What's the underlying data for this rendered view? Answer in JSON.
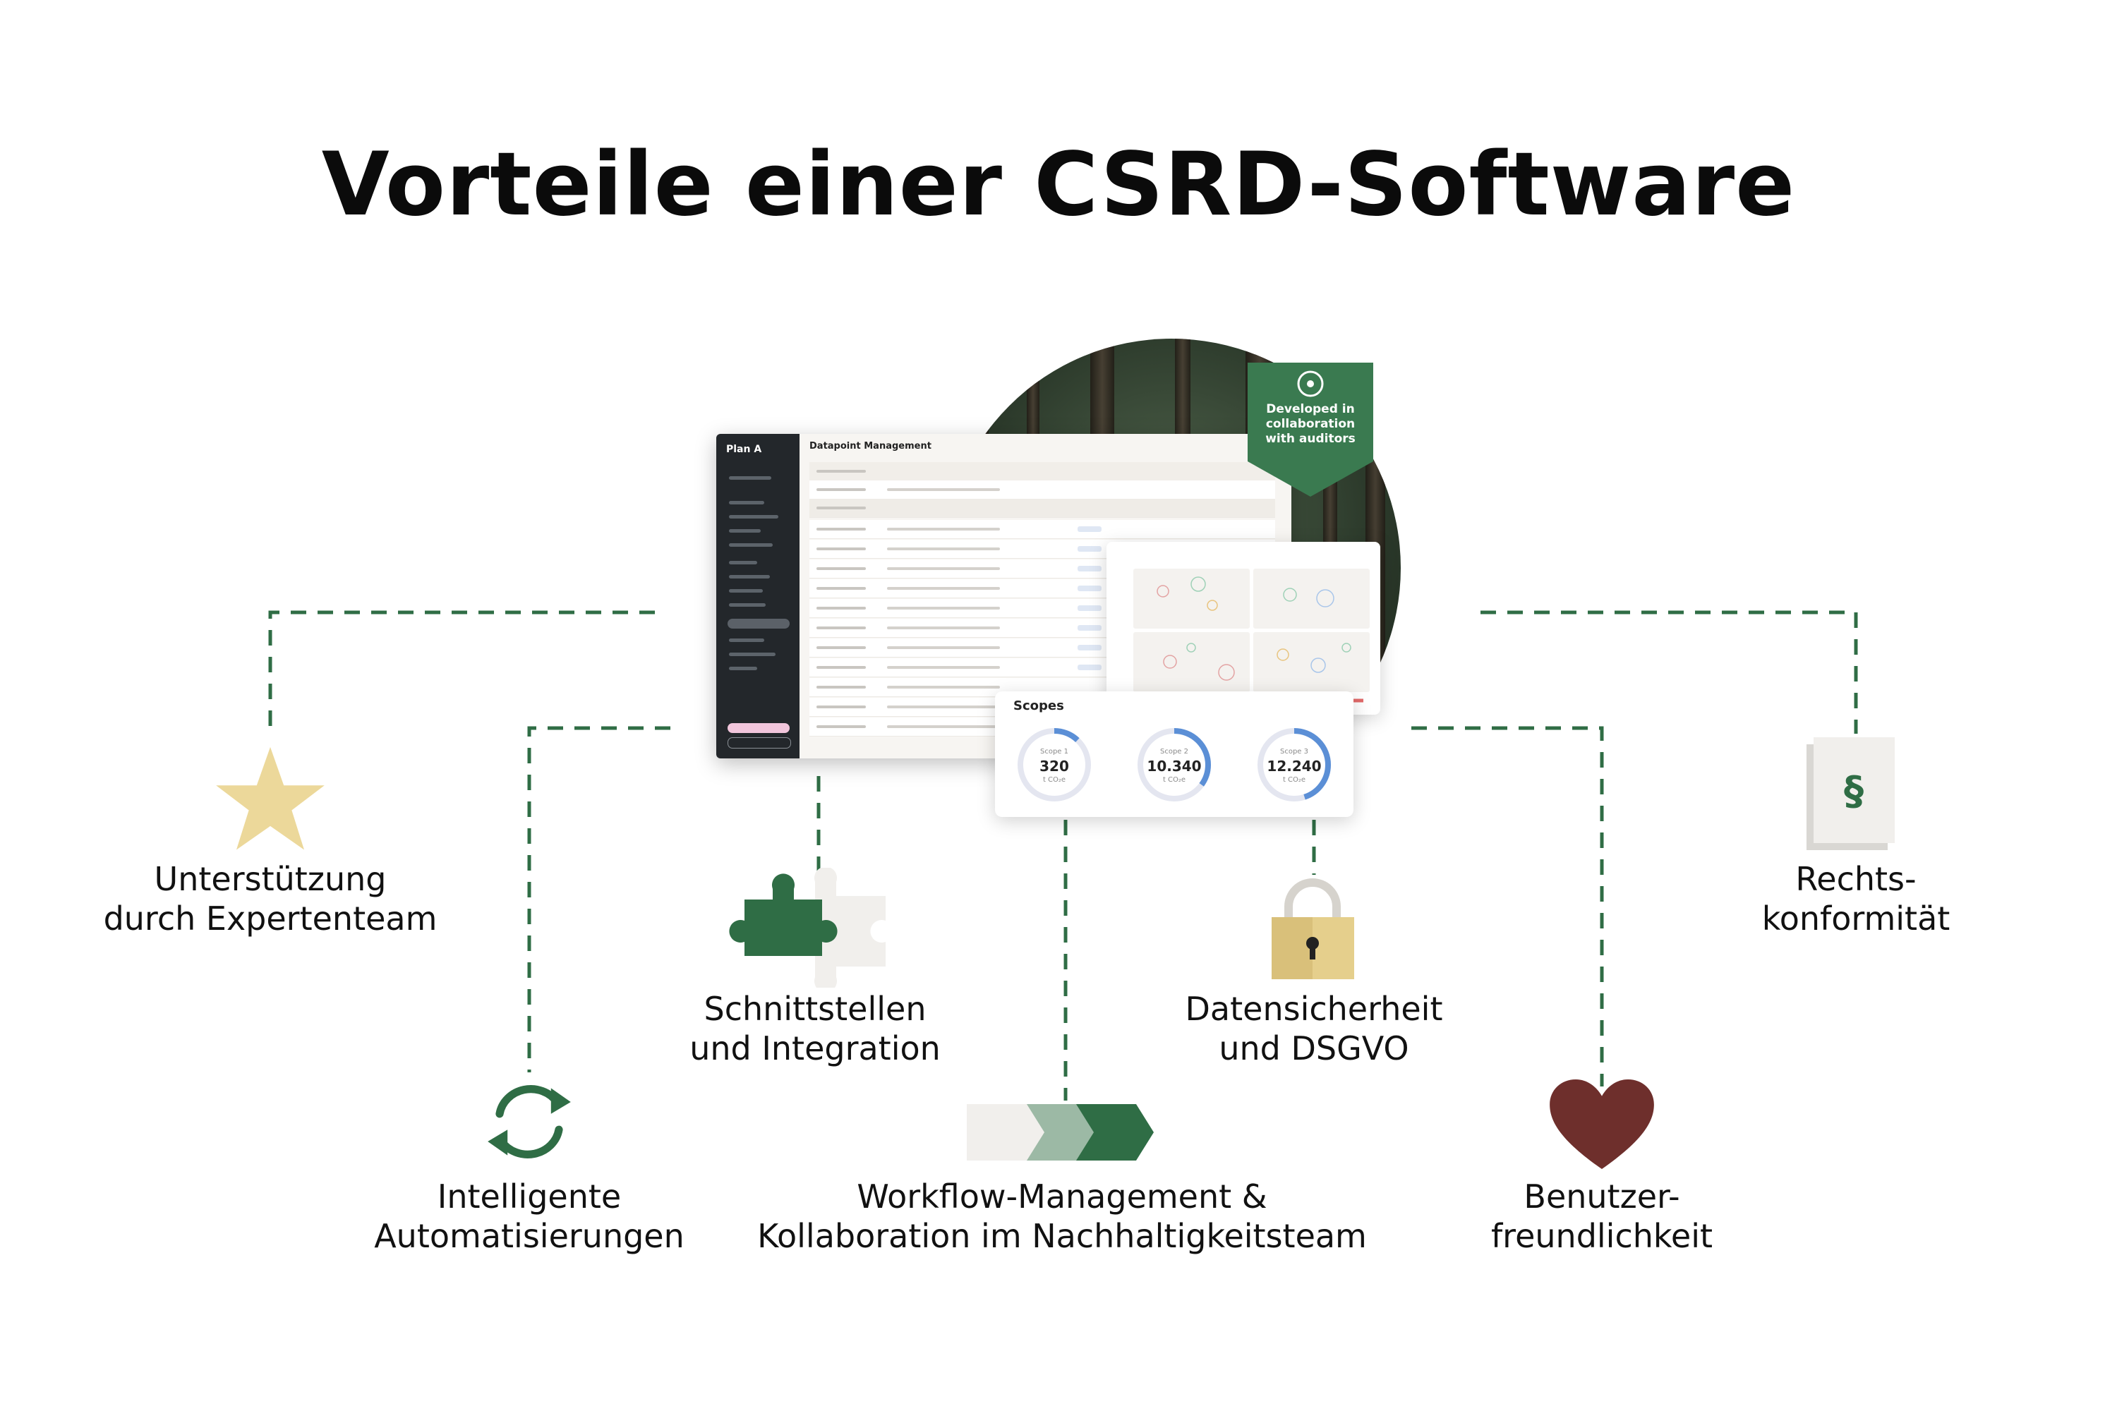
{
  "title": "Vorteile einer CSRD-Software",
  "badge": {
    "line1": "Developed in",
    "line2": "collaboration",
    "line3": "with auditors"
  },
  "dashboard": {
    "logo": "Plan A",
    "heading": "Datapoint Management"
  },
  "scopes": {
    "title": "Scopes",
    "items": [
      {
        "label": "Scope 1",
        "value": "320",
        "unit": "t CO₂e",
        "fraction": 0.12
      },
      {
        "label": "Scope 2",
        "value": "10.340",
        "unit": "t CO₂e",
        "fraction": 0.35
      },
      {
        "label": "Scope 3",
        "value": "12.240",
        "unit": "t CO₂e",
        "fraction": 0.45
      }
    ]
  },
  "benefits": [
    {
      "id": "experts",
      "line1": "Unterstützung",
      "line2": "durch Expertenteam",
      "icon": "star-icon"
    },
    {
      "id": "automation",
      "line1": "Intelligente",
      "line2": "Automatisierungen",
      "icon": "refresh-arrows-icon"
    },
    {
      "id": "integration",
      "line1": "Schnittstellen",
      "line2": "und Integration",
      "icon": "puzzle-icon"
    },
    {
      "id": "workflow",
      "line1": "Workflow-Management &",
      "line2": "Kollaboration im Nachhaltigkeitsteam",
      "icon": "chevron-steps-icon"
    },
    {
      "id": "security",
      "line1": "Datensicherheit",
      "line2": "und DSGVO",
      "icon": "padlock-icon"
    },
    {
      "id": "usability",
      "line1": "Benutzer-",
      "line2": "freundlichkeit",
      "icon": "heart-icon"
    },
    {
      "id": "compliance",
      "line1": "Rechts-",
      "line2": "konformität",
      "icon": "paragraph-document-icon"
    }
  ],
  "colors": {
    "green": "#2f6d45",
    "gold": "#ecd89a",
    "heart": "#6e2f2c",
    "scopeRing": "#5b8fd6"
  }
}
